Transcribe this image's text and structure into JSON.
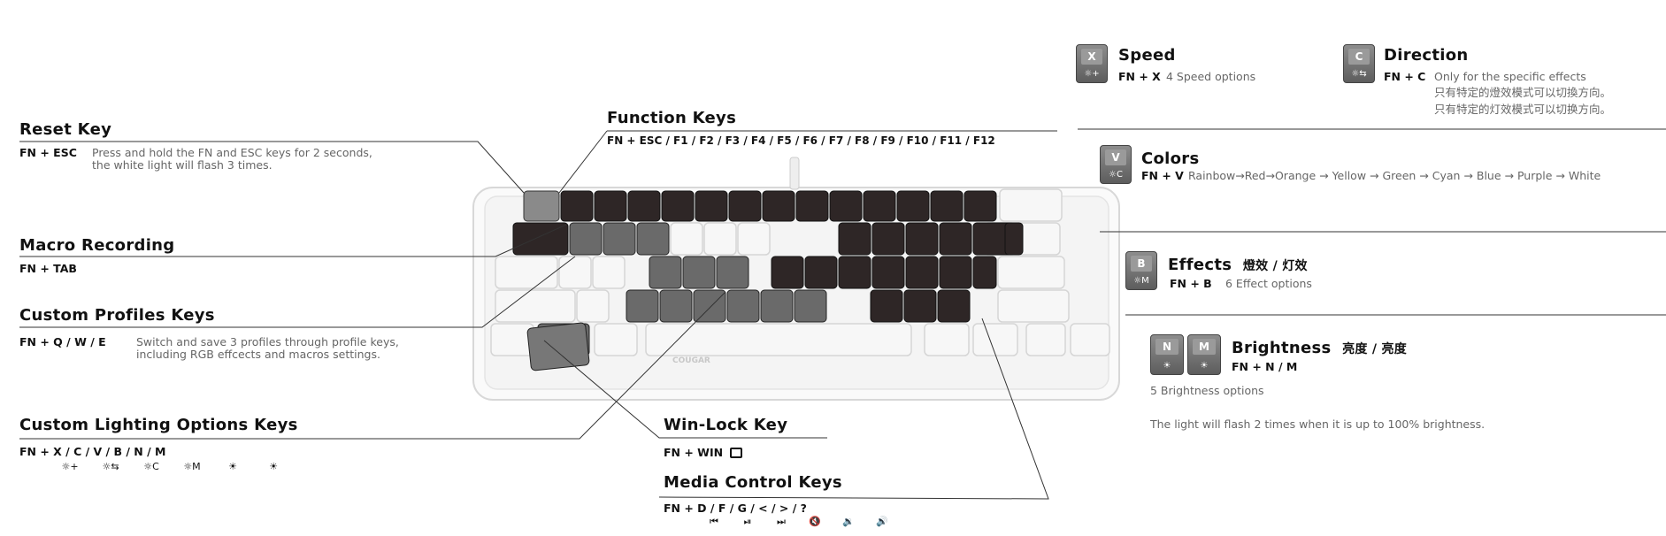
{
  "reset": {
    "title": "Reset Key",
    "combo": "FN + ESC",
    "desc1": "Press and hold the FN and ESC keys for 2 seconds,",
    "desc2": "the white light will flash 3 times."
  },
  "macro": {
    "title": "Macro Recording",
    "combo": "FN + TAB"
  },
  "profiles": {
    "title": "Custom Profiles Keys",
    "combo": "FN  +  Q  /  W  /  E",
    "desc1": "Switch and save 3 profiles through profile keys,",
    "desc2": "including RGB effcects and macros settings."
  },
  "lighting": {
    "title": "Custom Lighting Options Keys",
    "combo": "FN  +   X   /   C   /   V   /   B   /   N   /   M",
    "icons": [
      "☼+",
      "☼⇆",
      "☼C",
      "☼M",
      "☀",
      "☀"
    ]
  },
  "function": {
    "title": "Function Keys",
    "combo": "FN + ESC /  F1  /  F2  /  F3  /  F4  /  F5  /  F6  /  F7  /  F8  /  F9  /  F10  /  F11  /  F12"
  },
  "winlock": {
    "title": "Win-Lock Key",
    "combo": "FN + WIN"
  },
  "media": {
    "title": "Media Control Keys",
    "combo": "FN +   D   /   F   /   G   /   <   /   >   /   ?",
    "icons": [
      "⏮",
      "⏯",
      "⏭",
      "🔇",
      "🔉",
      "🔊"
    ]
  },
  "speed": {
    "title": "Speed",
    "key": "X",
    "combo": "FN + X",
    "desc": "4 Speed options"
  },
  "direction": {
    "title": "Direction",
    "key": "C",
    "combo": "FN + C",
    "desc": "Only for the specific effects",
    "desc_tc": "只有特定的燈效模式可以切換方向。",
    "desc_sc": "只有特定的灯效模式可以切换方向。"
  },
  "colors": {
    "title": "Colors",
    "key": "V",
    "combo": "FN + V",
    "desc": "Rainbow→Red→Orange → Yellow → Green → Cyan → Blue → Purple → White"
  },
  "effects": {
    "title": "Effects",
    "title_cn": "燈效 / 灯效",
    "key": "B",
    "combo": "FN + B",
    "desc": "6 Effect options"
  },
  "brightness": {
    "title": "Brightness",
    "title_cn": "亮度 / 亮度",
    "key1": "N",
    "key2": "M",
    "combo": "FN + N / M",
    "desc": "5 Brightness options",
    "note": "The light will flash 2 times when it is up to 100% brightness."
  },
  "keyboard": {
    "brand": "COUGAR"
  },
  "colors_theme": {
    "dark_key": "#2e2626",
    "grey_key": "#6a6a6a",
    "light_key": "#f3f3f3",
    "rule": "#333333",
    "text_grey": "#666666"
  }
}
